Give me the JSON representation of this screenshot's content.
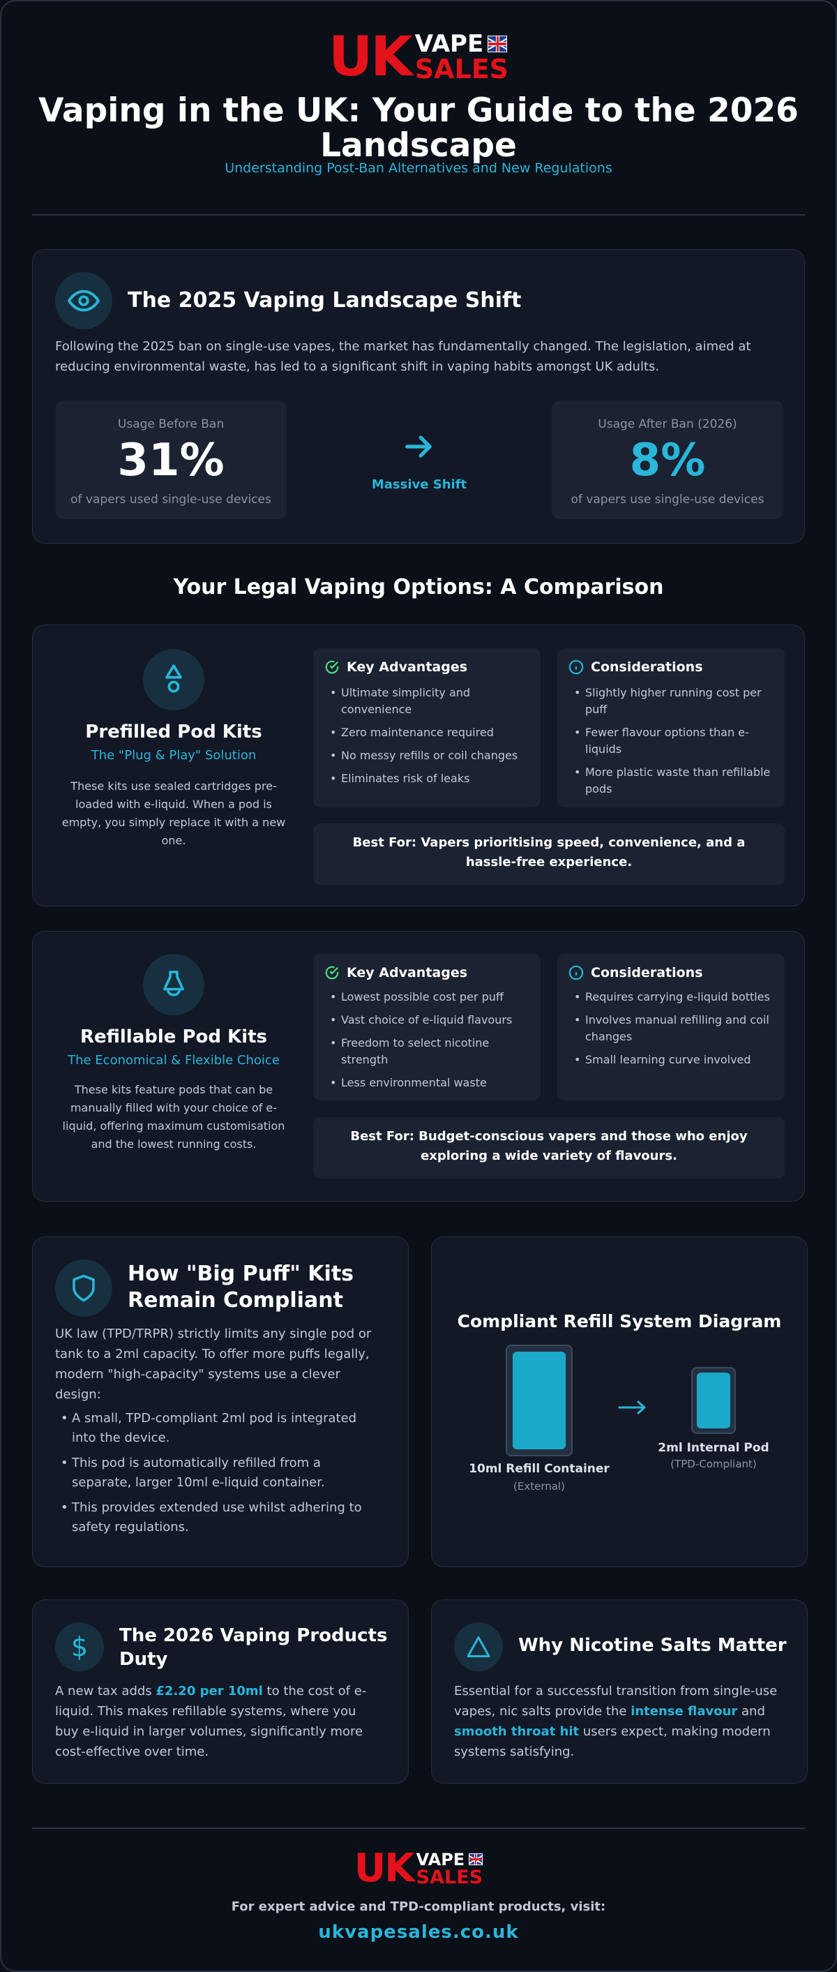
{
  "brand": {
    "uk": "UK",
    "vape": "VAPE",
    "sales": "SALES"
  },
  "header": {
    "title": "Vaping in the UK: Your Guide to the 2026 Landscape",
    "subtitle": "Understanding Post-Ban Alternatives and New Regulations"
  },
  "shift": {
    "title": "The 2025 Vaping Landscape Shift",
    "icon": "eye-icon",
    "text": "Following the 2025 ban on single-use vapes, the market has fundamentally changed. The legislation, aimed at reducing environmental waste, has led to a significant shift in vaping habits amongst UK adults.",
    "before": {
      "label": "Usage Before Ban",
      "value": "31%",
      "desc": "of vapers used single-use devices"
    },
    "middle": {
      "label": "Massive Shift",
      "icon": "arrow-right-icon"
    },
    "after": {
      "label": "Usage After Ban (2026)",
      "value": "8%",
      "desc": "of vapers use single-use devices"
    }
  },
  "comparison": {
    "title": "Your Legal Vaping Options: A Comparison",
    "prefilled": {
      "name": "Prefilled Pod Kits",
      "sub": "The \"Plug & Play\" Solution",
      "desc": "These kits use sealed cartridges pre-loaded with e-liquid. When a pod is empty, you simply replace it with a new one.",
      "adv_title": "Key Advantages",
      "advantages": [
        "Ultimate simplicity and convenience",
        "Zero maintenance required",
        "No messy refills or coil changes",
        "Eliminates risk of leaks"
      ],
      "con_title": "Considerations",
      "considerations": [
        "Slightly higher running cost per puff",
        "Fewer flavour options than e-liquids",
        "More plastic waste than refillable pods"
      ],
      "best": "Best For: Vapers prioritising speed, convenience, and a hassle-free experience."
    },
    "refillable": {
      "name": "Refillable Pod Kits",
      "sub": "The Economical & Flexible Choice",
      "desc": "These kits feature pods that can be manually filled with your choice of e-liquid, offering maximum customisation and the lowest running costs.",
      "adv_title": "Key Advantages",
      "advantages": [
        "Lowest possible cost per puff",
        "Vast choice of e-liquid flavours",
        "Freedom to select nicotine strength",
        "Less environmental waste"
      ],
      "con_title": "Considerations",
      "considerations": [
        "Requires carrying e-liquid bottles",
        "Involves manual refilling and coil changes",
        "Small learning curve involved"
      ],
      "best": "Best For: Budget-conscious vapers and those who enjoy exploring a wide variety of flavours."
    }
  },
  "bigpuff": {
    "title": "How \"Big Puff\" Kits Remain Compliant",
    "text": "UK law (TPD/TRPR) strictly limits any single pod or tank to a 2ml capacity. To offer more puffs legally, modern \"high-capacity\" systems use a clever design:",
    "points": [
      "A small, TPD-compliant 2ml pod is integrated into the device.",
      "This pod is automatically refilled from a separate, larger 10ml e-liquid container.",
      "This provides extended use whilst adhering to safety regulations."
    ]
  },
  "diagram": {
    "title": "Compliant Refill System Diagram",
    "left_label": "10ml Refill Container",
    "left_sub": "(External)",
    "right_label": "2ml Internal Pod",
    "right_sub": "(TPD-Compliant)"
  },
  "duty": {
    "title": "The 2026 Vaping Products Duty",
    "t1": "A new tax adds ",
    "amount": "£2.20 per 10ml",
    "t2": " to the cost of e-liquid. This makes refillable systems, where you buy e-liquid in larger volumes, significantly more cost-effective over time."
  },
  "salts": {
    "title": "Why Nicotine Salts Matter",
    "t1": "Essential for a successful transition from single-use vapes, nic salts provide the ",
    "h1": "intense flavour",
    "t2": " and ",
    "h2": "smooth throat hit",
    "t3": " users expect, making modern systems satisfying."
  },
  "footer": {
    "text": "For expert advice and TPD-compliant products, visit:",
    "url": "ukvapesales.co.uk"
  },
  "colors": {
    "accent": "#29b6d9",
    "brand_red": "#e3121b",
    "success": "#4ade80"
  }
}
